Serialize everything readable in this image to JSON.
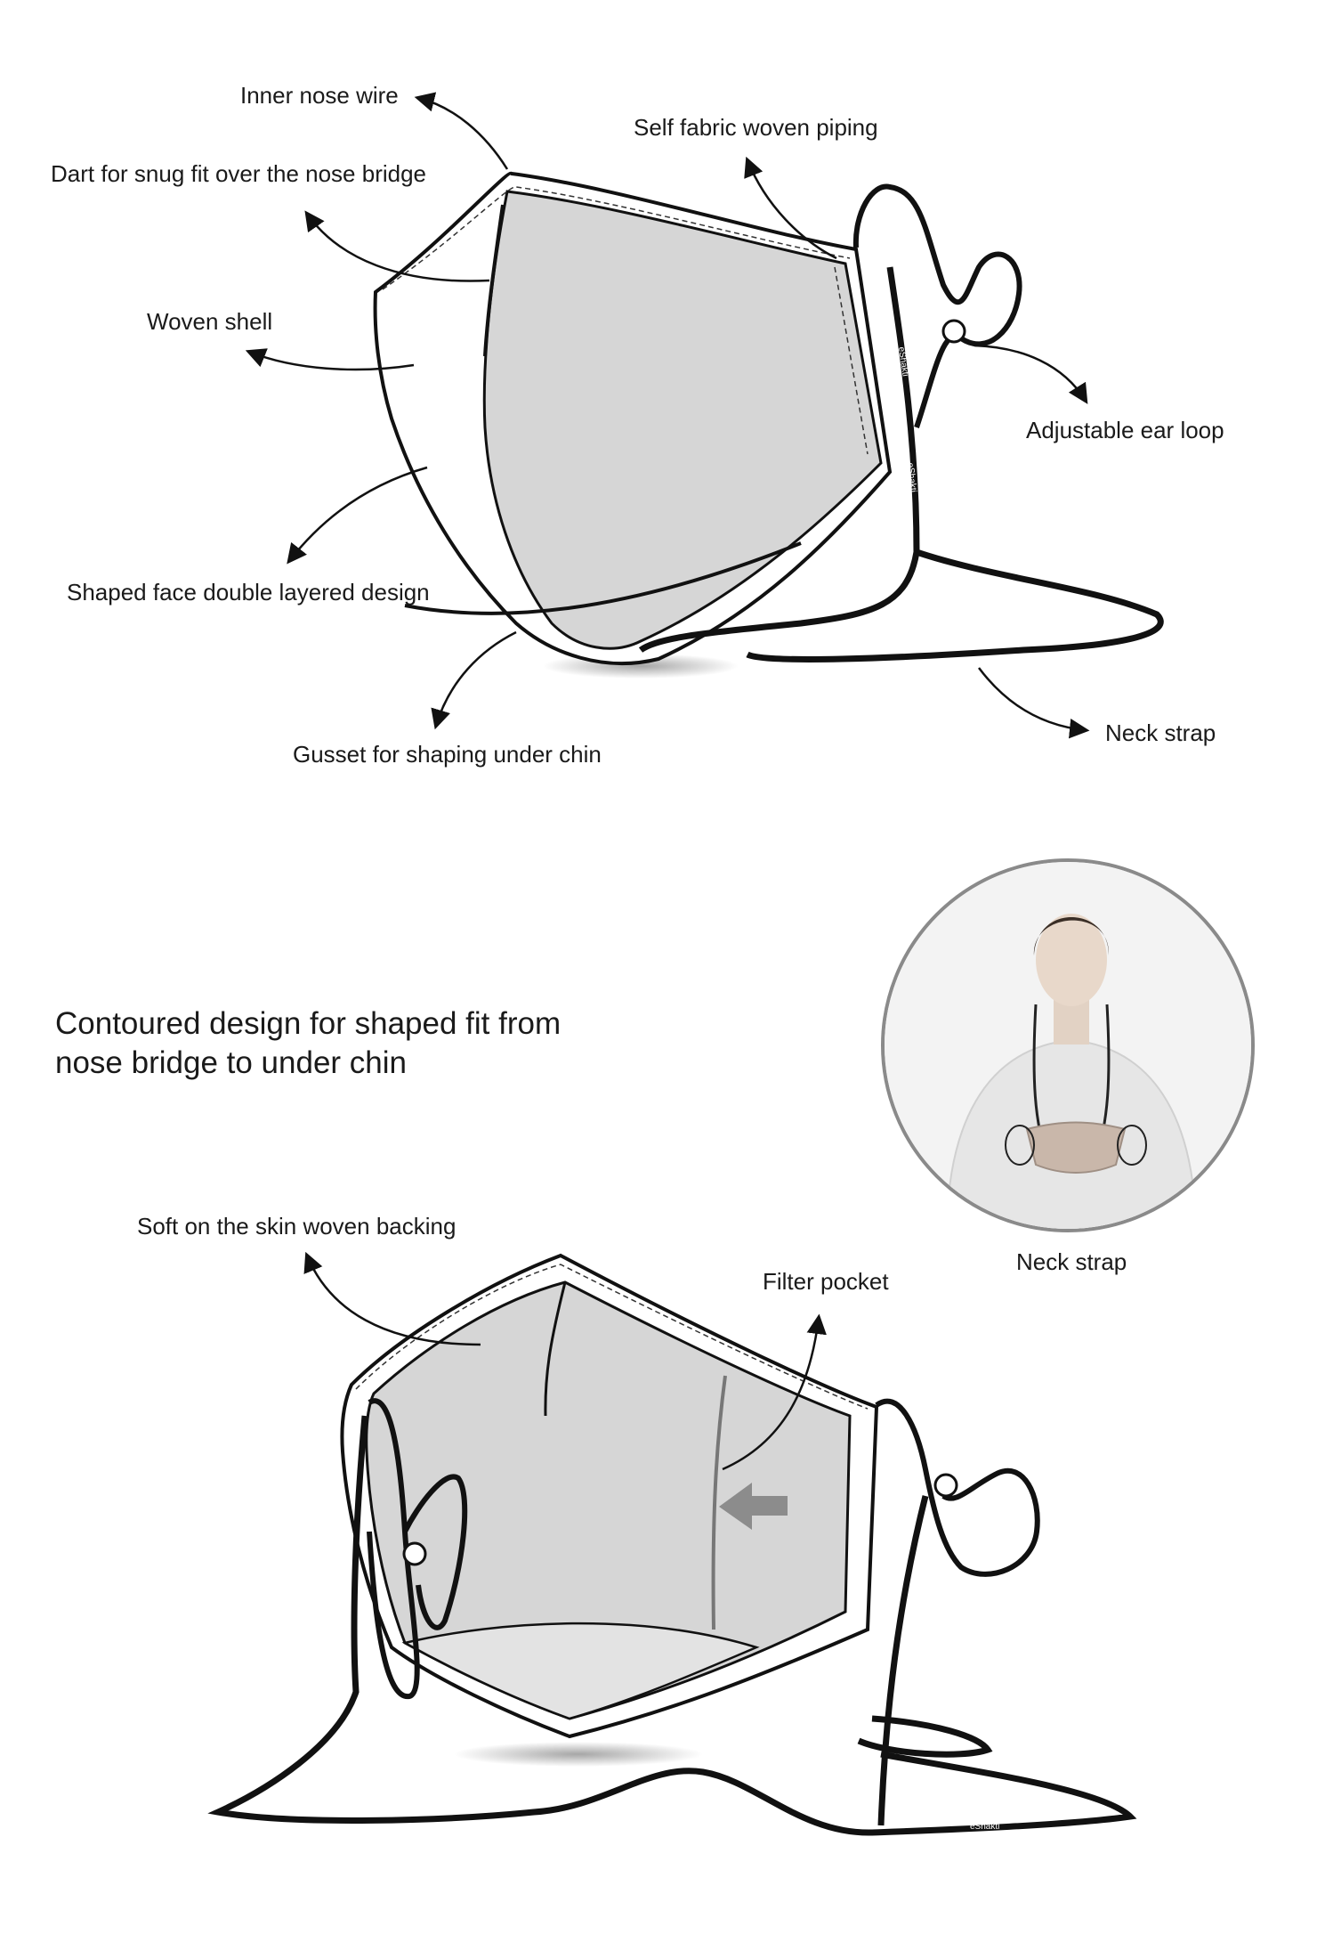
{
  "top_diagram": {
    "labels": {
      "inner_nose_wire": "Inner nose wire",
      "self_fabric_piping": "Self fabric woven piping",
      "dart": "Dart for snug fit over the nose bridge",
      "woven_shell": "Woven shell",
      "adjustable_ear_loop": "Adjustable ear loop",
      "shaped_face": "Shaped face double layered design",
      "gusset": "Gusset for shaping under chin",
      "neck_strap": "Neck strap"
    }
  },
  "heading": {
    "line1": "Contoured design for shaped fit from",
    "line2": "nose bridge to under chin"
  },
  "photo": {
    "caption": "Neck strap"
  },
  "bottom_diagram": {
    "labels": {
      "soft_backing": "Soft on the skin woven backing",
      "filter_pocket": "Filter pocket"
    }
  },
  "strap_brand": "eShakti",
  "colors": {
    "line": "#111111",
    "mask_fill": "#d6d6d6",
    "background": "#ffffff",
    "arrow": "#8c8c8c",
    "photo_border": "#8a8a8a"
  }
}
